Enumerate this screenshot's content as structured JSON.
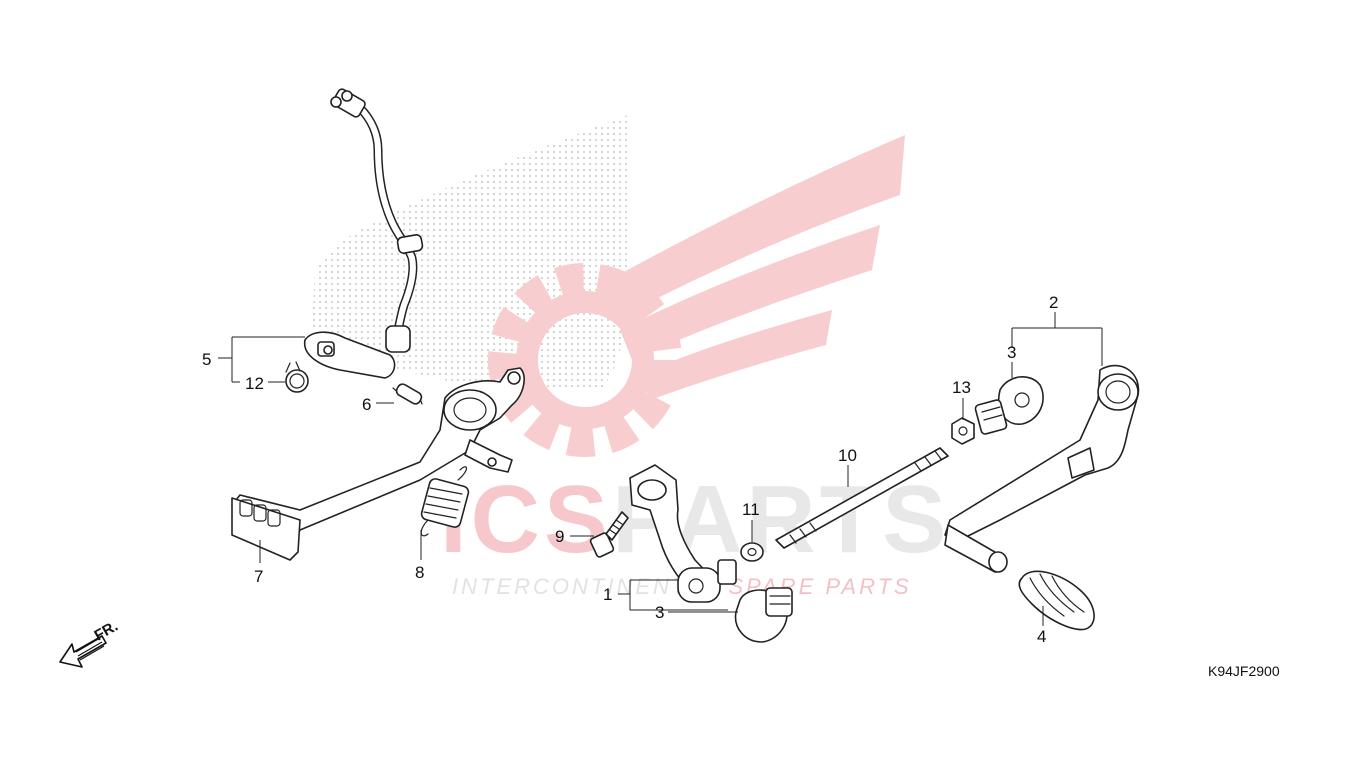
{
  "watermark": {
    "brand_prefix": "ICS",
    "brand_suffix": "PARTS",
    "tagline_part1": "INTERCONTINENTAL ",
    "tagline_part2": "SPARE PARTS",
    "colors": {
      "red": "#f6c8cb",
      "grey": "#e8e8e8"
    }
  },
  "diagram_code": "K94JF2900",
  "front_indicator": {
    "label": "FR."
  },
  "callouts": {
    "c1": "1",
    "c2": "2",
    "c3_gear": "3",
    "c3_link": "3",
    "c4": "4",
    "c5": "5",
    "c6": "6",
    "c7": "7",
    "c8": "8",
    "c9": "9",
    "c10": "10",
    "c11": "11",
    "c12": "12",
    "c13": "13"
  }
}
